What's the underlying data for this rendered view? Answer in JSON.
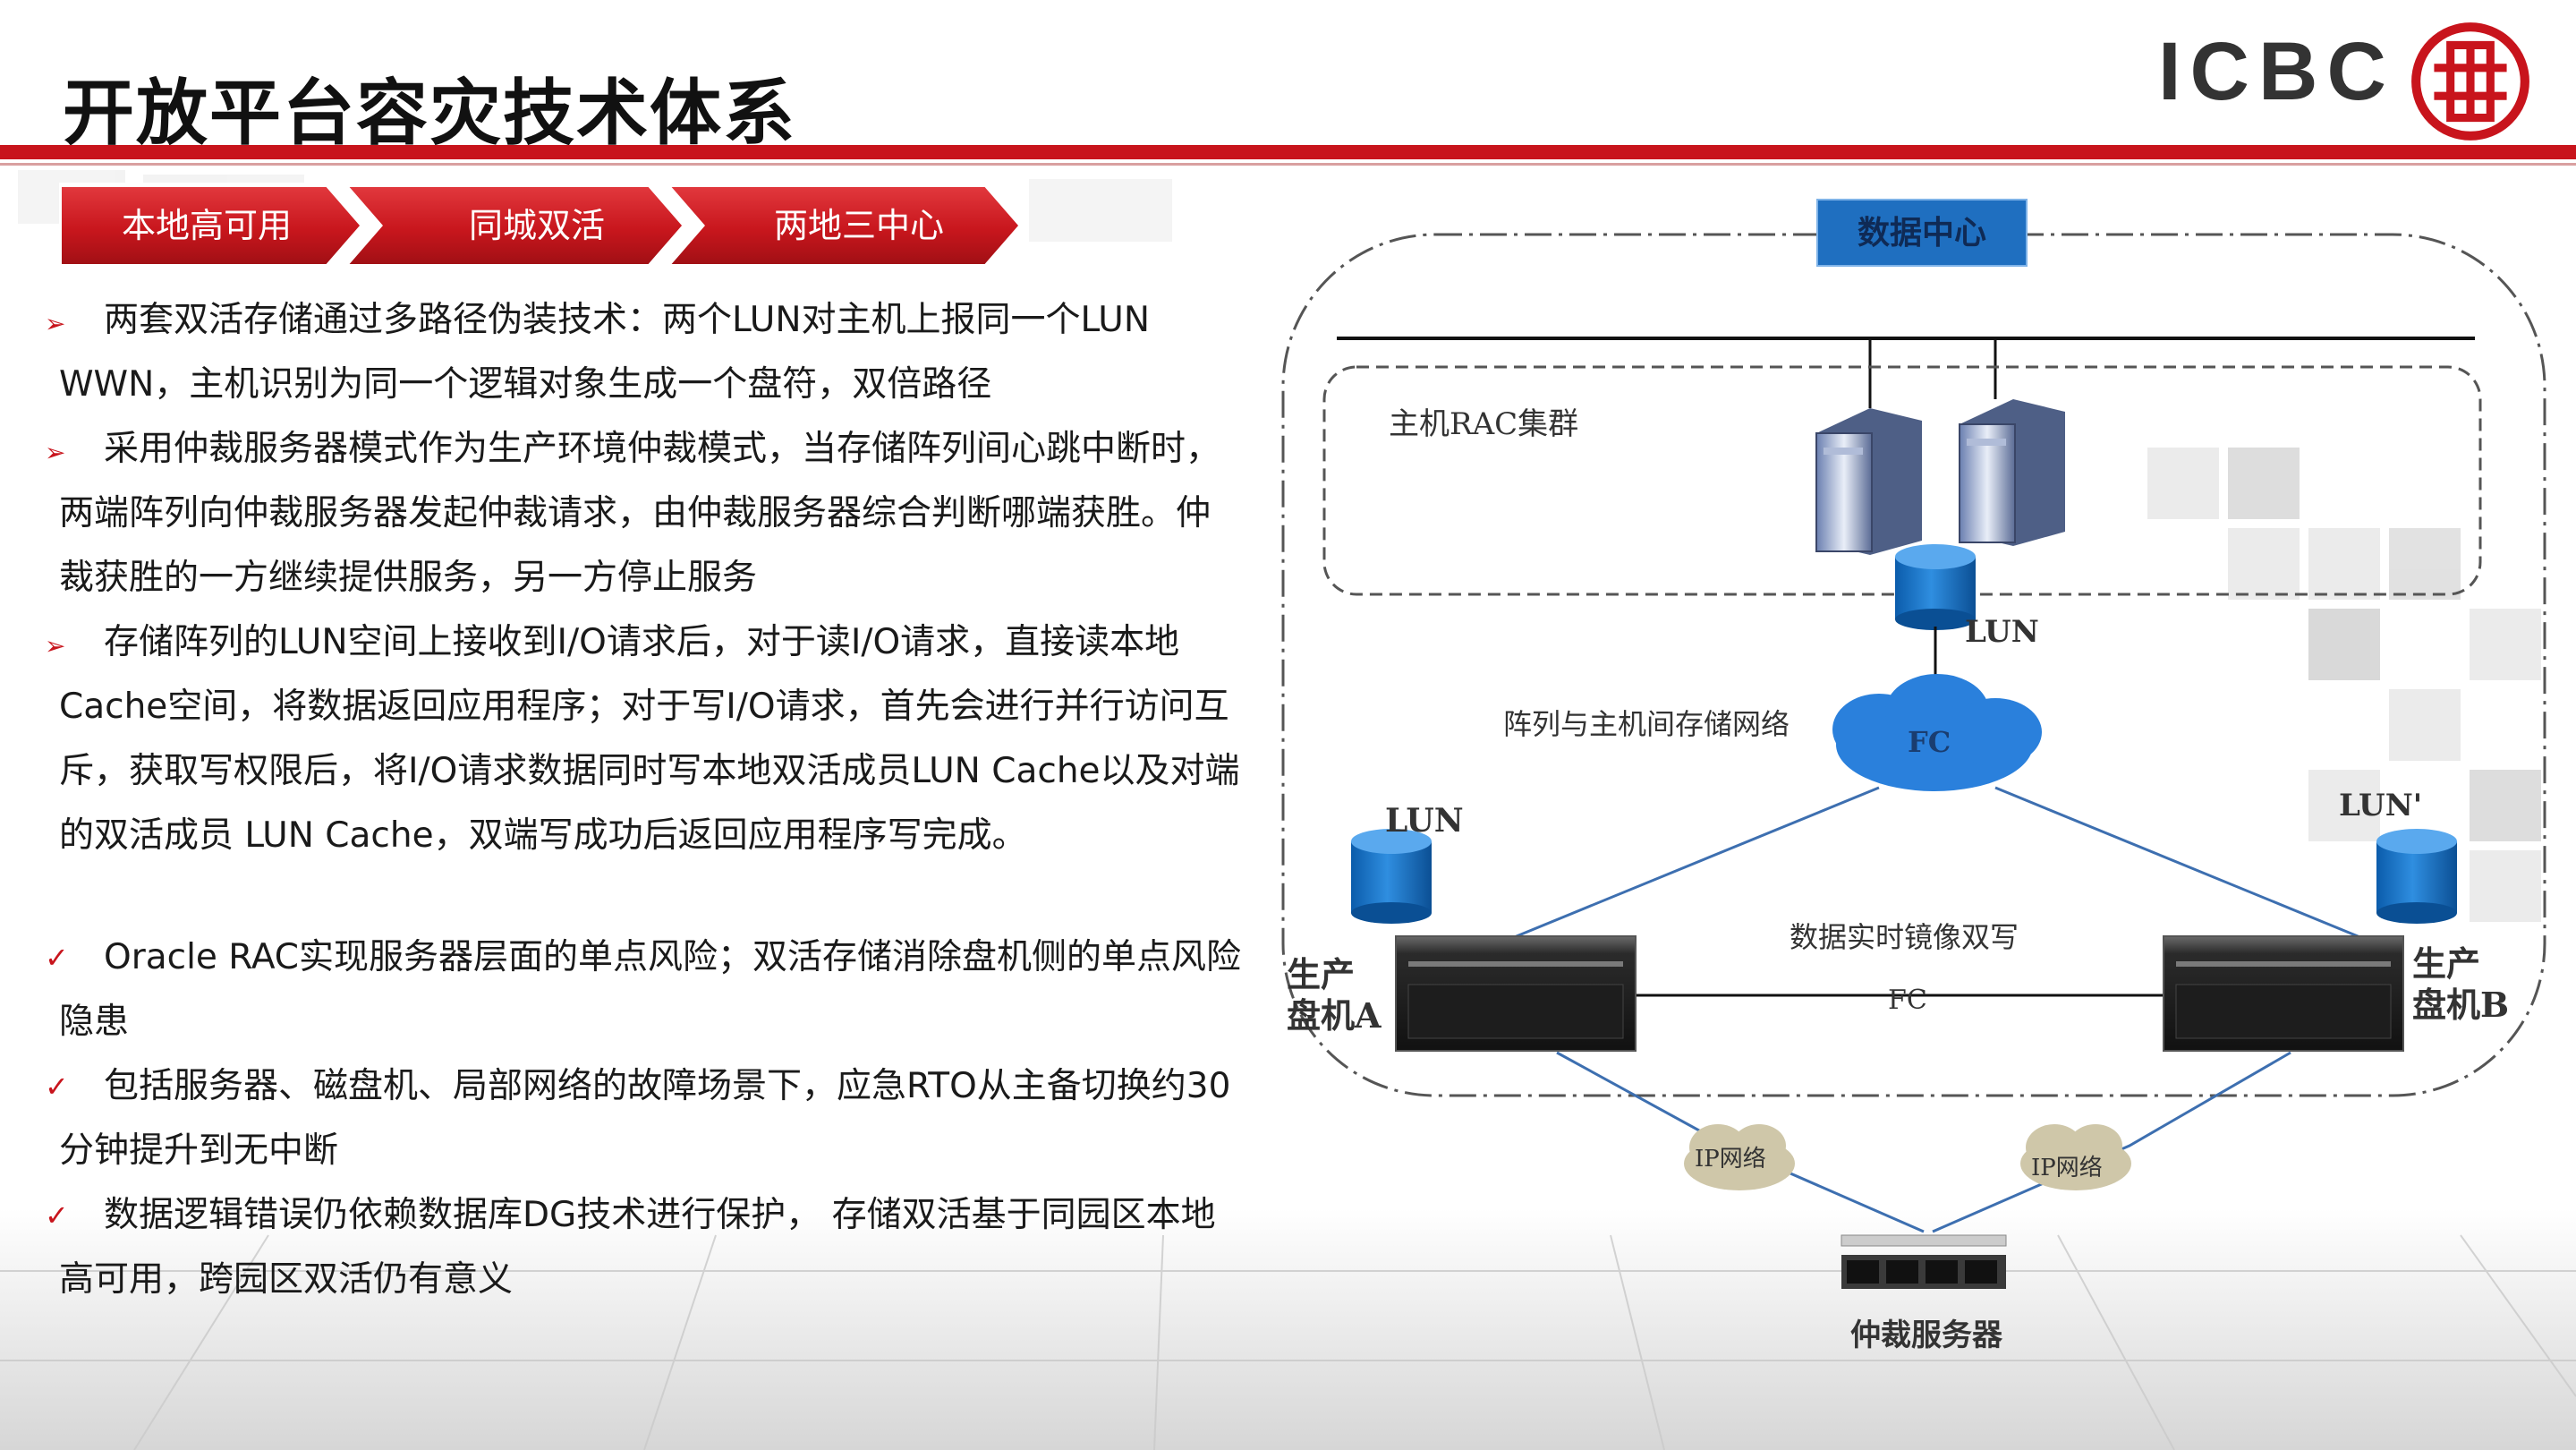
{
  "page": {
    "title": "开放平台容灾技术体系",
    "logo": "ICBC"
  },
  "tabs": [
    {
      "label": "本地高可用"
    },
    {
      "label": "同城双活"
    },
    {
      "label": "两地三中心"
    }
  ],
  "bullets": [
    {
      "type": "arrow",
      "text": "两套双活存储通过多路径伪装技术：两个LUN对主机上报同一个LUN WWN，主机识别为同一个逻辑对象生成一个盘符，双倍路径"
    },
    {
      "type": "arrow",
      "text": "采用仲裁服务器模式作为生产环境仲裁模式，当存储阵列间心跳中断时，两端阵列向仲裁服务器发起仲裁请求，由仲裁服务器综合判断哪端获胜。仲裁获胜的一方继续提供服务，另一方停止服务"
    },
    {
      "type": "arrow",
      "text": "存储阵列的LUN空间上接收到I/O请求后，对于读I/O请求，直接读本地Cache空间，将数据返回应用程序；对于写I/O请求，首先会进行并行访问互斥，获取写权限后，将I/O请求数据同时写本地双活成员LUN Cache以及对端的双活成员 LUN Cache，双端写成功后返回应用程序写完成。"
    },
    {
      "type": "check",
      "text": "Oracle RAC实现服务器层面的单点风险；双活存储消除盘机侧的单点风险隐患"
    },
    {
      "type": "check",
      "text": "包括服务器、磁盘机、局部网络的故障场景下，应急RTO从主备切换约30分钟提升到无中断"
    },
    {
      "type": "check",
      "text": "数据逻辑错误仍依赖数据库DG技术进行保护， 存储双活基于同园区本地高可用，跨园区双活仍有意义"
    }
  ],
  "diagram": {
    "datacenter": "数据中心",
    "cluster": "主机RAC集群",
    "lun_top": "LUN",
    "network": "阵列与主机间存储网络",
    "fc": "FC",
    "lun_left": "LUN",
    "lun_right": "LUN'",
    "mirror": "数据实时镜像双写",
    "fc_link": "FC",
    "array_a": [
      "生产",
      "盘机A"
    ],
    "array_b": [
      "生产",
      "盘机B"
    ],
    "ip_left": "IP网络",
    "ip_right": "IP网络",
    "quorum": "仲裁服务器"
  },
  "colors": {
    "accent_red": "#c8141c",
    "tab_red": "#c8161d",
    "datacenter_blue": "#1f6fc0",
    "disk_blue": "#1474cc"
  }
}
